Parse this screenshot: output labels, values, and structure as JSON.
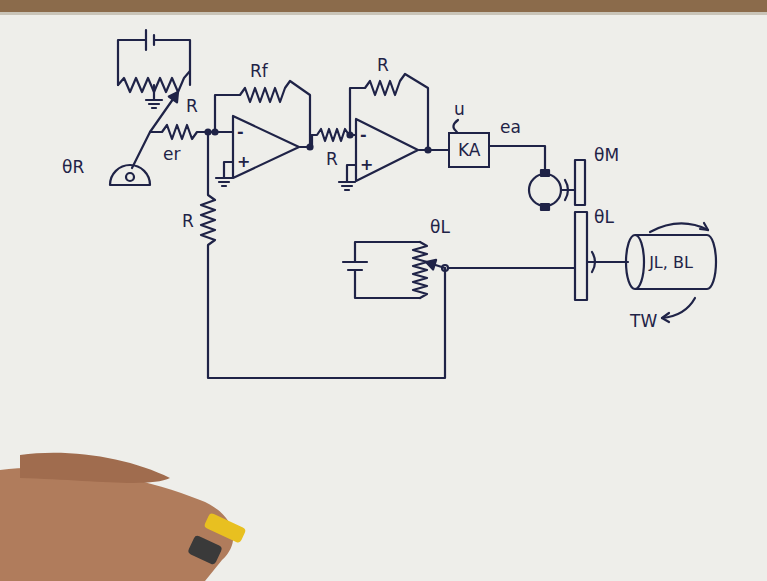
{
  "diagram": {
    "nodes": [
      {
        "text": [
          "-",
          "+"
        ]
      },
      {
        "text": [
          "-",
          "+"
        ]
      },
      {
        "text": [
          "KA"
        ]
      },
      {
        "text": [
          "JL, BL"
        ]
      }
    ],
    "edges": [
      {
        "from": 0,
        "to": 1,
        "arrow": "none"
      },
      {
        "from": 1,
        "to": 2,
        "label": "u",
        "arrow": "none"
      }
    ],
    "labels": [
      "θR",
      "er",
      "R",
      "Rf",
      "R",
      "R",
      "R",
      "ea",
      "θM",
      "θL",
      "θL",
      "TW"
    ]
  }
}
